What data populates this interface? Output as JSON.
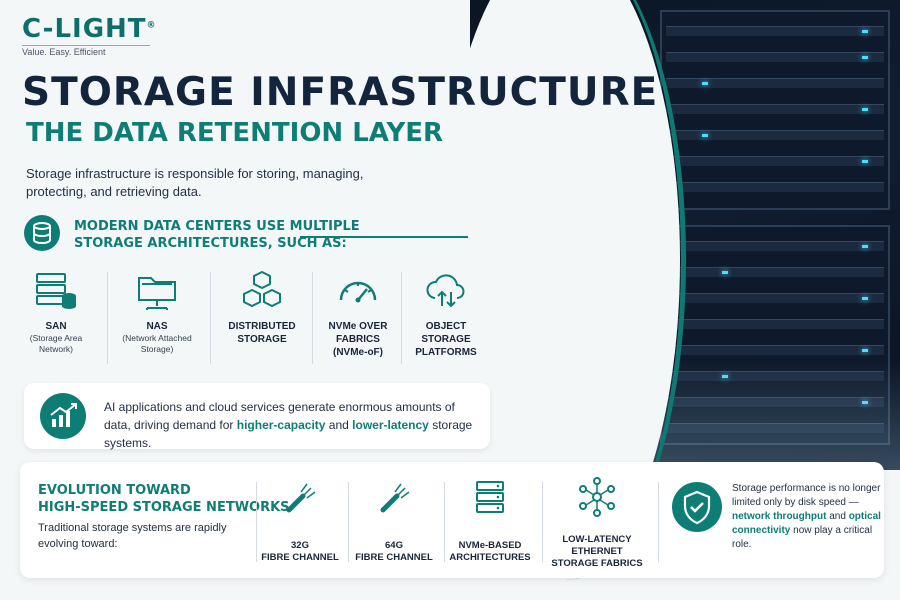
{
  "brand": {
    "name": "C-LIGHT",
    "reg": "®",
    "tagline": "Value. Easy. Efficient"
  },
  "title": "STORAGE INFRASTRUCTURE",
  "subtitle": "THE DATA RETENTION LAYER",
  "intro": "Storage infrastructure is responsible for storing, managing, protecting, and retrieving data.",
  "architectures": {
    "heading_line1": "MODERN DATA CENTERS USE MULTIPLE",
    "heading_line2": "STORAGE ARCHITECTURES, SUCH AS:",
    "icon": "database-icon",
    "items": [
      {
        "label": "SAN",
        "sub1": "(Storage Area",
        "sub2": "Network)",
        "icon": "server-database-icon"
      },
      {
        "label": "NAS",
        "sub1": "(Network Attached",
        "sub2": "Storage)",
        "icon": "folder-network-icon"
      },
      {
        "label1": "DISTRIBUTED",
        "label2": "STORAGE",
        "icon": "cubes-icon"
      },
      {
        "label1": "NVMe OVER",
        "label2": "FABRICS",
        "label3": "(NVMe-oF)",
        "icon": "speedometer-icon"
      },
      {
        "label1": "OBJECT",
        "label2": "STORAGE",
        "label3": "PLATFORMS",
        "icon": "cloud-sync-icon"
      }
    ]
  },
  "ai_callout": {
    "icon": "growth-chart-icon",
    "text_before": "AI applications and cloud services generate enormous amounts of data, driving demand for ",
    "highlight1": "higher-capacity",
    "text_middle": " and ",
    "highlight2": "lower-latency",
    "text_after": " storage systems."
  },
  "evolution": {
    "title_line1": "EVOLUTION TOWARD",
    "title_line2": "HIGH-SPEED STORAGE NETWORKS",
    "text": "Traditional storage systems are rapidly evolving toward:",
    "items": [
      {
        "line1": "32G",
        "line2": "FIBRE CHANNEL",
        "icon": "fiber-cable-icon"
      },
      {
        "line1": "64G",
        "line2": "FIBRE CHANNEL",
        "icon": "fiber-cable-icon"
      },
      {
        "line1": "NVMe-BASED",
        "line2": "ARCHITECTURES",
        "icon": "server-stack-icon"
      },
      {
        "line1": "LOW-LATENCY",
        "line2": "ETHERNET",
        "line3": "STORAGE FABRICS",
        "icon": "network-nodes-icon"
      }
    ],
    "performance": {
      "icon": "shield-check-icon",
      "text_before": "Storage performance is no longer limited only by disk speed — ",
      "highlight1": "network throughput",
      "text_middle": " and ",
      "highlight2": "optical connectivity",
      "text_after": " now play a critical role."
    }
  },
  "colors": {
    "accent": "#0e7d76",
    "title": "#13243d",
    "server_glow": "#48e0ff"
  }
}
